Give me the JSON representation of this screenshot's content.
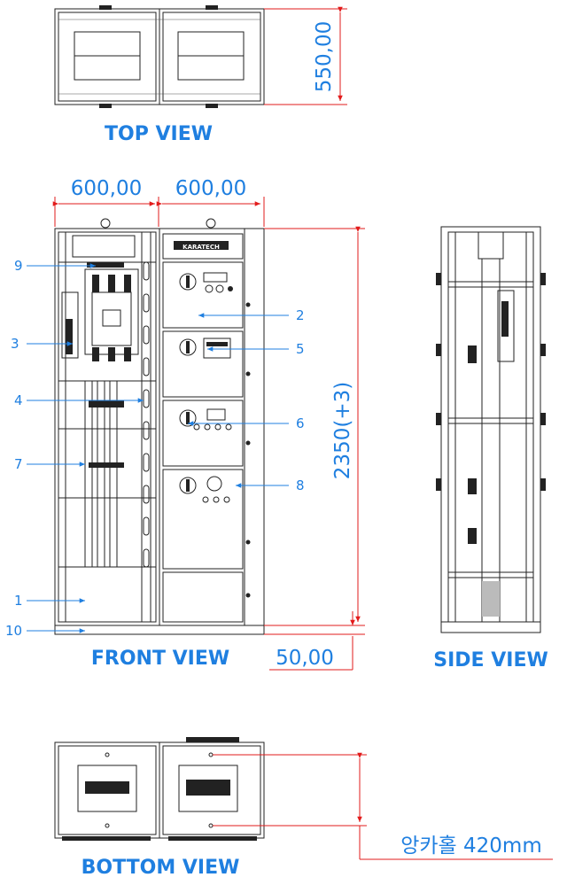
{
  "views": {
    "top": "TOP VIEW",
    "front": "FRONT VIEW",
    "side": "SIDE VIEW",
    "bottom": "BOTTOM VIEW"
  },
  "dimensions": {
    "top_depth": "550,00",
    "width_left": "600,00",
    "width_right": "600,00",
    "height": "2350(+3)",
    "base": "50,00",
    "anchor": "앙카홀 420mm"
  },
  "brand": "KARATECH",
  "callouts": [
    "9",
    "3",
    "4",
    "7",
    "1",
    "10",
    "2",
    "5",
    "6",
    "8"
  ],
  "colors": {
    "dimension": "#1f7fe0",
    "dim_line": "#e21b1b",
    "drawing": "#222222"
  }
}
